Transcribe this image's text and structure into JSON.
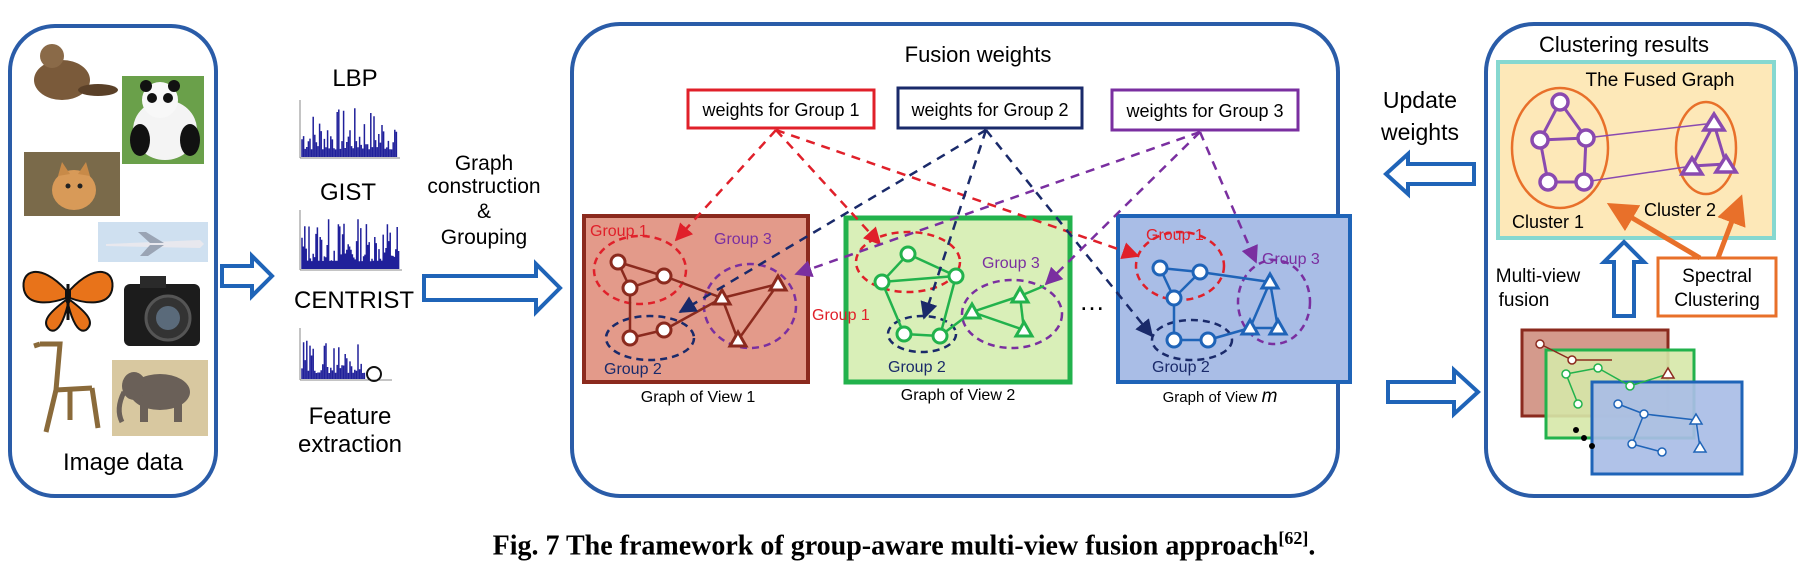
{
  "panels": {
    "image_data": {
      "label": "Image data"
    },
    "features": {
      "lbp": "LBP",
      "gist": "GIST",
      "centrist": "CENTRIST",
      "label_line1": "Feature",
      "label_line2": "extraction"
    },
    "graph_construction": {
      "line1": "Graph",
      "line2": "construction",
      "line3": "&",
      "line4": "Grouping"
    },
    "fusion": {
      "title": "Fusion weights",
      "weight_boxes": [
        "weights for Group 1",
        "weights for Group 2",
        "weights for Group 3"
      ],
      "ellipsis": "…",
      "views": [
        {
          "caption": "Graph of View 1",
          "group1": "Group 1",
          "group2": "Group 2",
          "group3": "Group  3"
        },
        {
          "caption": "Graph of View 2",
          "group1": "Group 1",
          "group2": "Group 2",
          "group3": "Group 3"
        },
        {
          "caption_prefix": "Graph of View ",
          "caption_var": "m",
          "group1": "Group 1",
          "group2": "Group 2",
          "group3": "Group 3"
        }
      ]
    },
    "update": {
      "line1": "Update",
      "line2": "weights"
    },
    "clustering": {
      "title": "Clustering results",
      "fused_graph": "The Fused Graph",
      "cluster1": "Cluster 1",
      "cluster2": "Cluster 2",
      "multiview_line1": "Multi-view",
      "multiview_line2": "fusion",
      "spectral_line1": "Spectral",
      "spectral_line2": "Clustering"
    }
  },
  "caption": {
    "text": "Fig. 7    The framework of group-aware multi-view fusion approach",
    "ref": "[62]",
    "end": "."
  },
  "colors": {
    "frame_blue": "#2a5ca8",
    "arrow_blue": "#1f64b8",
    "red": "#e0202a",
    "navy": "#1a2a6a",
    "purple": "#7a2fa0",
    "view1_fill": "#e39a8a",
    "view1_edge": "#8b2a1e",
    "view2_fill": "#d9efb8",
    "view2_edge": "#22b24c",
    "viewm_fill": "#a9bde6",
    "viewm_edge": "#1f64b8",
    "fused_bg": "#fde8b8",
    "fused_border": "#86d8d0",
    "orange": "#e8702a"
  }
}
